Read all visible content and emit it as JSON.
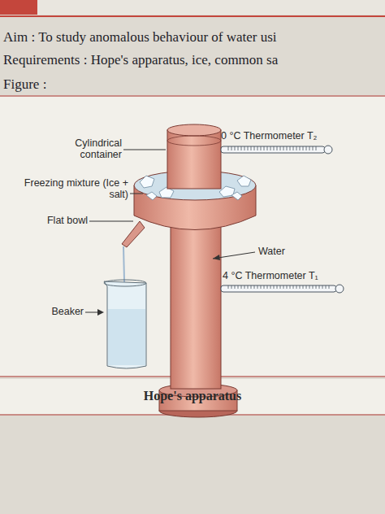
{
  "diagram": {
    "caption": "Hope's apparatus",
    "labels": [
      "Aim : To study anomalous behaviour of water usi",
      "Requirements : Hope's apparatus, ice, common sa",
      "Figure :",
      "Cylindrical container",
      "0 °C Thermometer T₂",
      "Freezing mixture (Ice + salt)",
      "Flat bowl",
      "Water",
      "4 °C Thermometer T₁",
      "Beaker"
    ]
  }
}
